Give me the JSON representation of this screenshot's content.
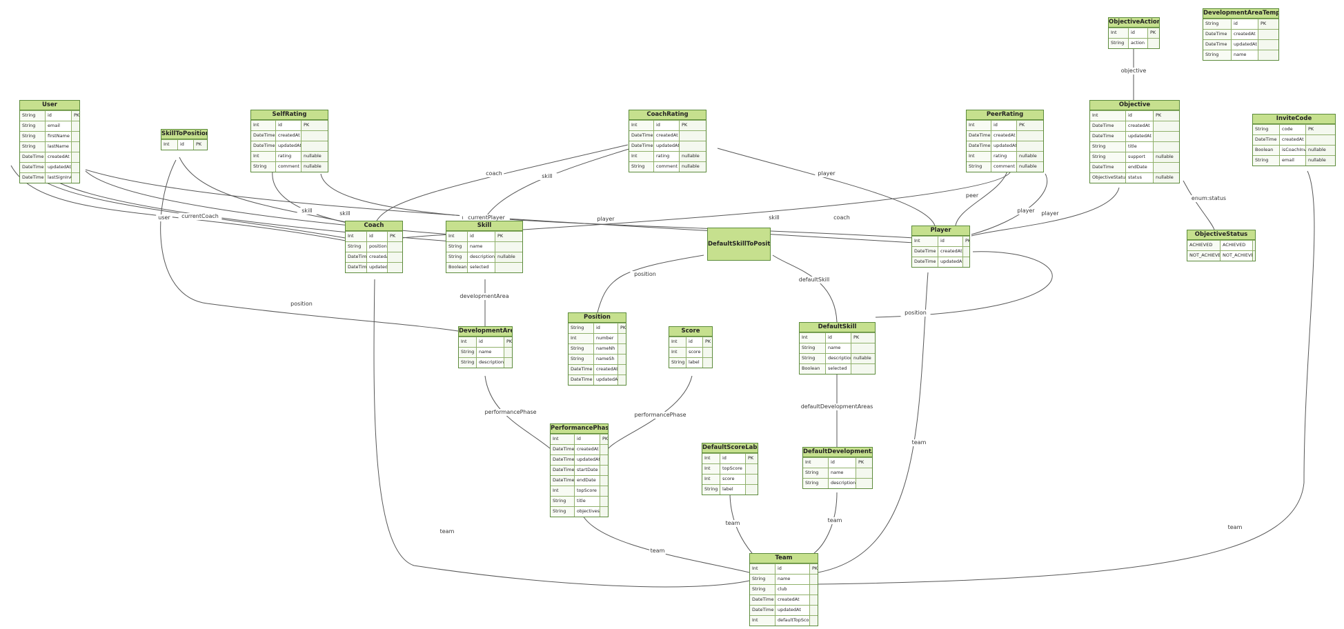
{
  "entities": [
    {
      "name": "User",
      "attrs": [
        [
          "String",
          "id",
          "PK"
        ],
        [
          "String",
          "email",
          ""
        ],
        [
          "String",
          "firstName",
          ""
        ],
        [
          "String",
          "lastName",
          ""
        ],
        [
          "DateTime",
          "createdAt",
          ""
        ],
        [
          "DateTime",
          "updatedAt",
          ""
        ],
        [
          "DateTime",
          "lastSignInAt",
          ""
        ]
      ]
    },
    {
      "name": "SkillToPosition",
      "attrs": [
        [
          "Int",
          "id",
          "PK"
        ]
      ]
    },
    {
      "name": "SelfRating",
      "attrs": [
        [
          "Int",
          "id",
          "PK"
        ],
        [
          "DateTime",
          "createdAt",
          ""
        ],
        [
          "DateTime",
          "updatedAt",
          ""
        ],
        [
          "Int",
          "rating",
          "nullable"
        ],
        [
          "String",
          "comment",
          "nullable"
        ]
      ]
    },
    {
      "name": "CoachRating",
      "attrs": [
        [
          "Int",
          "id",
          "PK"
        ],
        [
          "DateTime",
          "createdAt",
          ""
        ],
        [
          "DateTime",
          "updatedAt",
          ""
        ],
        [
          "Int",
          "rating",
          "nullable"
        ],
        [
          "String",
          "comment",
          "nullable"
        ]
      ]
    },
    {
      "name": "PeerRating",
      "attrs": [
        [
          "Int",
          "id",
          "PK"
        ],
        [
          "DateTime",
          "createdAt",
          ""
        ],
        [
          "DateTime",
          "updatedAt",
          ""
        ],
        [
          "Int",
          "rating",
          "nullable"
        ],
        [
          "String",
          "comment",
          "nullable"
        ]
      ]
    },
    {
      "name": "ObjectiveAction",
      "attrs": [
        [
          "Int",
          "id",
          "PK"
        ],
        [
          "String",
          "action",
          ""
        ]
      ]
    },
    {
      "name": "DevelopmentAreaTemplate",
      "attrs": [
        [
          "String",
          "id",
          "PK"
        ],
        [
          "DateTime",
          "createdAt",
          ""
        ],
        [
          "DateTime",
          "updatedAt",
          ""
        ],
        [
          "String",
          "name",
          ""
        ]
      ]
    },
    {
      "name": "Objective",
      "attrs": [
        [
          "Int",
          "id",
          "PK"
        ],
        [
          "DateTime",
          "createdAt",
          ""
        ],
        [
          "DateTime",
          "updatedAt",
          ""
        ],
        [
          "String",
          "title",
          ""
        ],
        [
          "String",
          "support",
          "nullable"
        ],
        [
          "DateTime",
          "endDate",
          ""
        ],
        [
          "ObjectiveStatus",
          "status",
          "nullable"
        ]
      ]
    },
    {
      "name": "InviteCode",
      "attrs": [
        [
          "String",
          "code",
          "PK"
        ],
        [
          "DateTime",
          "createdAt",
          ""
        ],
        [
          "Boolean",
          "isCoachInvite",
          "nullable"
        ],
        [
          "String",
          "email",
          "nullable"
        ]
      ]
    },
    {
      "name": "ObjectiveStatus",
      "attrs": [
        [
          "ACHIEVED",
          "ACHIEVED",
          ""
        ],
        [
          "NOT_ACHIEVED",
          "NOT_ACHIEVED",
          ""
        ]
      ]
    },
    {
      "name": "Coach",
      "attrs": [
        [
          "Int",
          "id",
          "PK"
        ],
        [
          "String",
          "position",
          ""
        ],
        [
          "DateTime",
          "createdAt",
          ""
        ],
        [
          "DateTime",
          "updatedAt",
          ""
        ]
      ]
    },
    {
      "name": "Skill",
      "attrs": [
        [
          "Int",
          "id",
          "PK"
        ],
        [
          "String",
          "name",
          ""
        ],
        [
          "String",
          "description",
          "nullable"
        ],
        [
          "Boolean",
          "selected",
          ""
        ]
      ]
    },
    {
      "name": "DefaultSkillToPosition",
      "attrs": []
    },
    {
      "name": "Player",
      "attrs": [
        [
          "Int",
          "id",
          "PK"
        ],
        [
          "DateTime",
          "createdAt",
          ""
        ],
        [
          "DateTime",
          "updatedAt",
          ""
        ]
      ]
    },
    {
      "name": "Position",
      "attrs": [
        [
          "String",
          "id",
          "PK"
        ],
        [
          "Int",
          "number",
          ""
        ],
        [
          "String",
          "nameNh",
          ""
        ],
        [
          "String",
          "nameSh",
          ""
        ],
        [
          "DateTime",
          "createdAt",
          ""
        ],
        [
          "DateTime",
          "updatedAt",
          ""
        ]
      ]
    },
    {
      "name": "Score",
      "attrs": [
        [
          "Int",
          "id",
          "PK"
        ],
        [
          "Int",
          "score",
          ""
        ],
        [
          "String",
          "label",
          ""
        ]
      ]
    },
    {
      "name": "DefaultSkill",
      "attrs": [
        [
          "Int",
          "id",
          "PK"
        ],
        [
          "String",
          "name",
          ""
        ],
        [
          "String",
          "description",
          "nullable"
        ],
        [
          "Boolean",
          "selected",
          ""
        ]
      ]
    },
    {
      "name": "DevelopmentArea",
      "attrs": [
        [
          "Int",
          "id",
          "PK"
        ],
        [
          "String",
          "name",
          ""
        ],
        [
          "String",
          "description",
          ""
        ]
      ]
    },
    {
      "name": "PerformancePhase",
      "attrs": [
        [
          "Int",
          "id",
          "PK"
        ],
        [
          "DateTime",
          "createdAt",
          ""
        ],
        [
          "DateTime",
          "updatedAt",
          ""
        ],
        [
          "DateTime",
          "startDate",
          ""
        ],
        [
          "DateTime",
          "endDate",
          ""
        ],
        [
          "Int",
          "topScore",
          ""
        ],
        [
          "String",
          "title",
          ""
        ],
        [
          "String",
          "objectives",
          ""
        ]
      ]
    },
    {
      "name": "DefaultScoreLabel",
      "attrs": [
        [
          "Int",
          "id",
          "PK"
        ],
        [
          "Int",
          "topScore",
          ""
        ],
        [
          "Int",
          "score",
          ""
        ],
        [
          "String",
          "label",
          ""
        ]
      ]
    },
    {
      "name": "DefaultDevelopmentArea",
      "attrs": [
        [
          "Int",
          "id",
          "PK"
        ],
        [
          "String",
          "name",
          ""
        ],
        [
          "String",
          "description",
          ""
        ]
      ]
    },
    {
      "name": "Team",
      "attrs": [
        [
          "Int",
          "id",
          "PK"
        ],
        [
          "String",
          "name",
          ""
        ],
        [
          "String",
          "club",
          ""
        ],
        [
          "DateTime",
          "createdAt",
          ""
        ],
        [
          "DateTime",
          "updatedAt",
          ""
        ],
        [
          "Int",
          "defaultTopScore",
          ""
        ]
      ]
    }
  ],
  "edge_labels": [
    "coach",
    "skill",
    "player",
    "objective",
    "user",
    "currentCoach",
    "skill",
    "skill",
    "user",
    "currentPlayer",
    "player",
    "skill",
    "coach",
    "peer",
    "player",
    "player",
    "enum:status",
    "position",
    "defaultSkill",
    "developmentArea",
    "position",
    "position",
    "performancePhase",
    "performancePhase",
    "defaultDevelopmentAreas",
    "team",
    "team",
    "team",
    "team",
    "team",
    "team"
  ]
}
